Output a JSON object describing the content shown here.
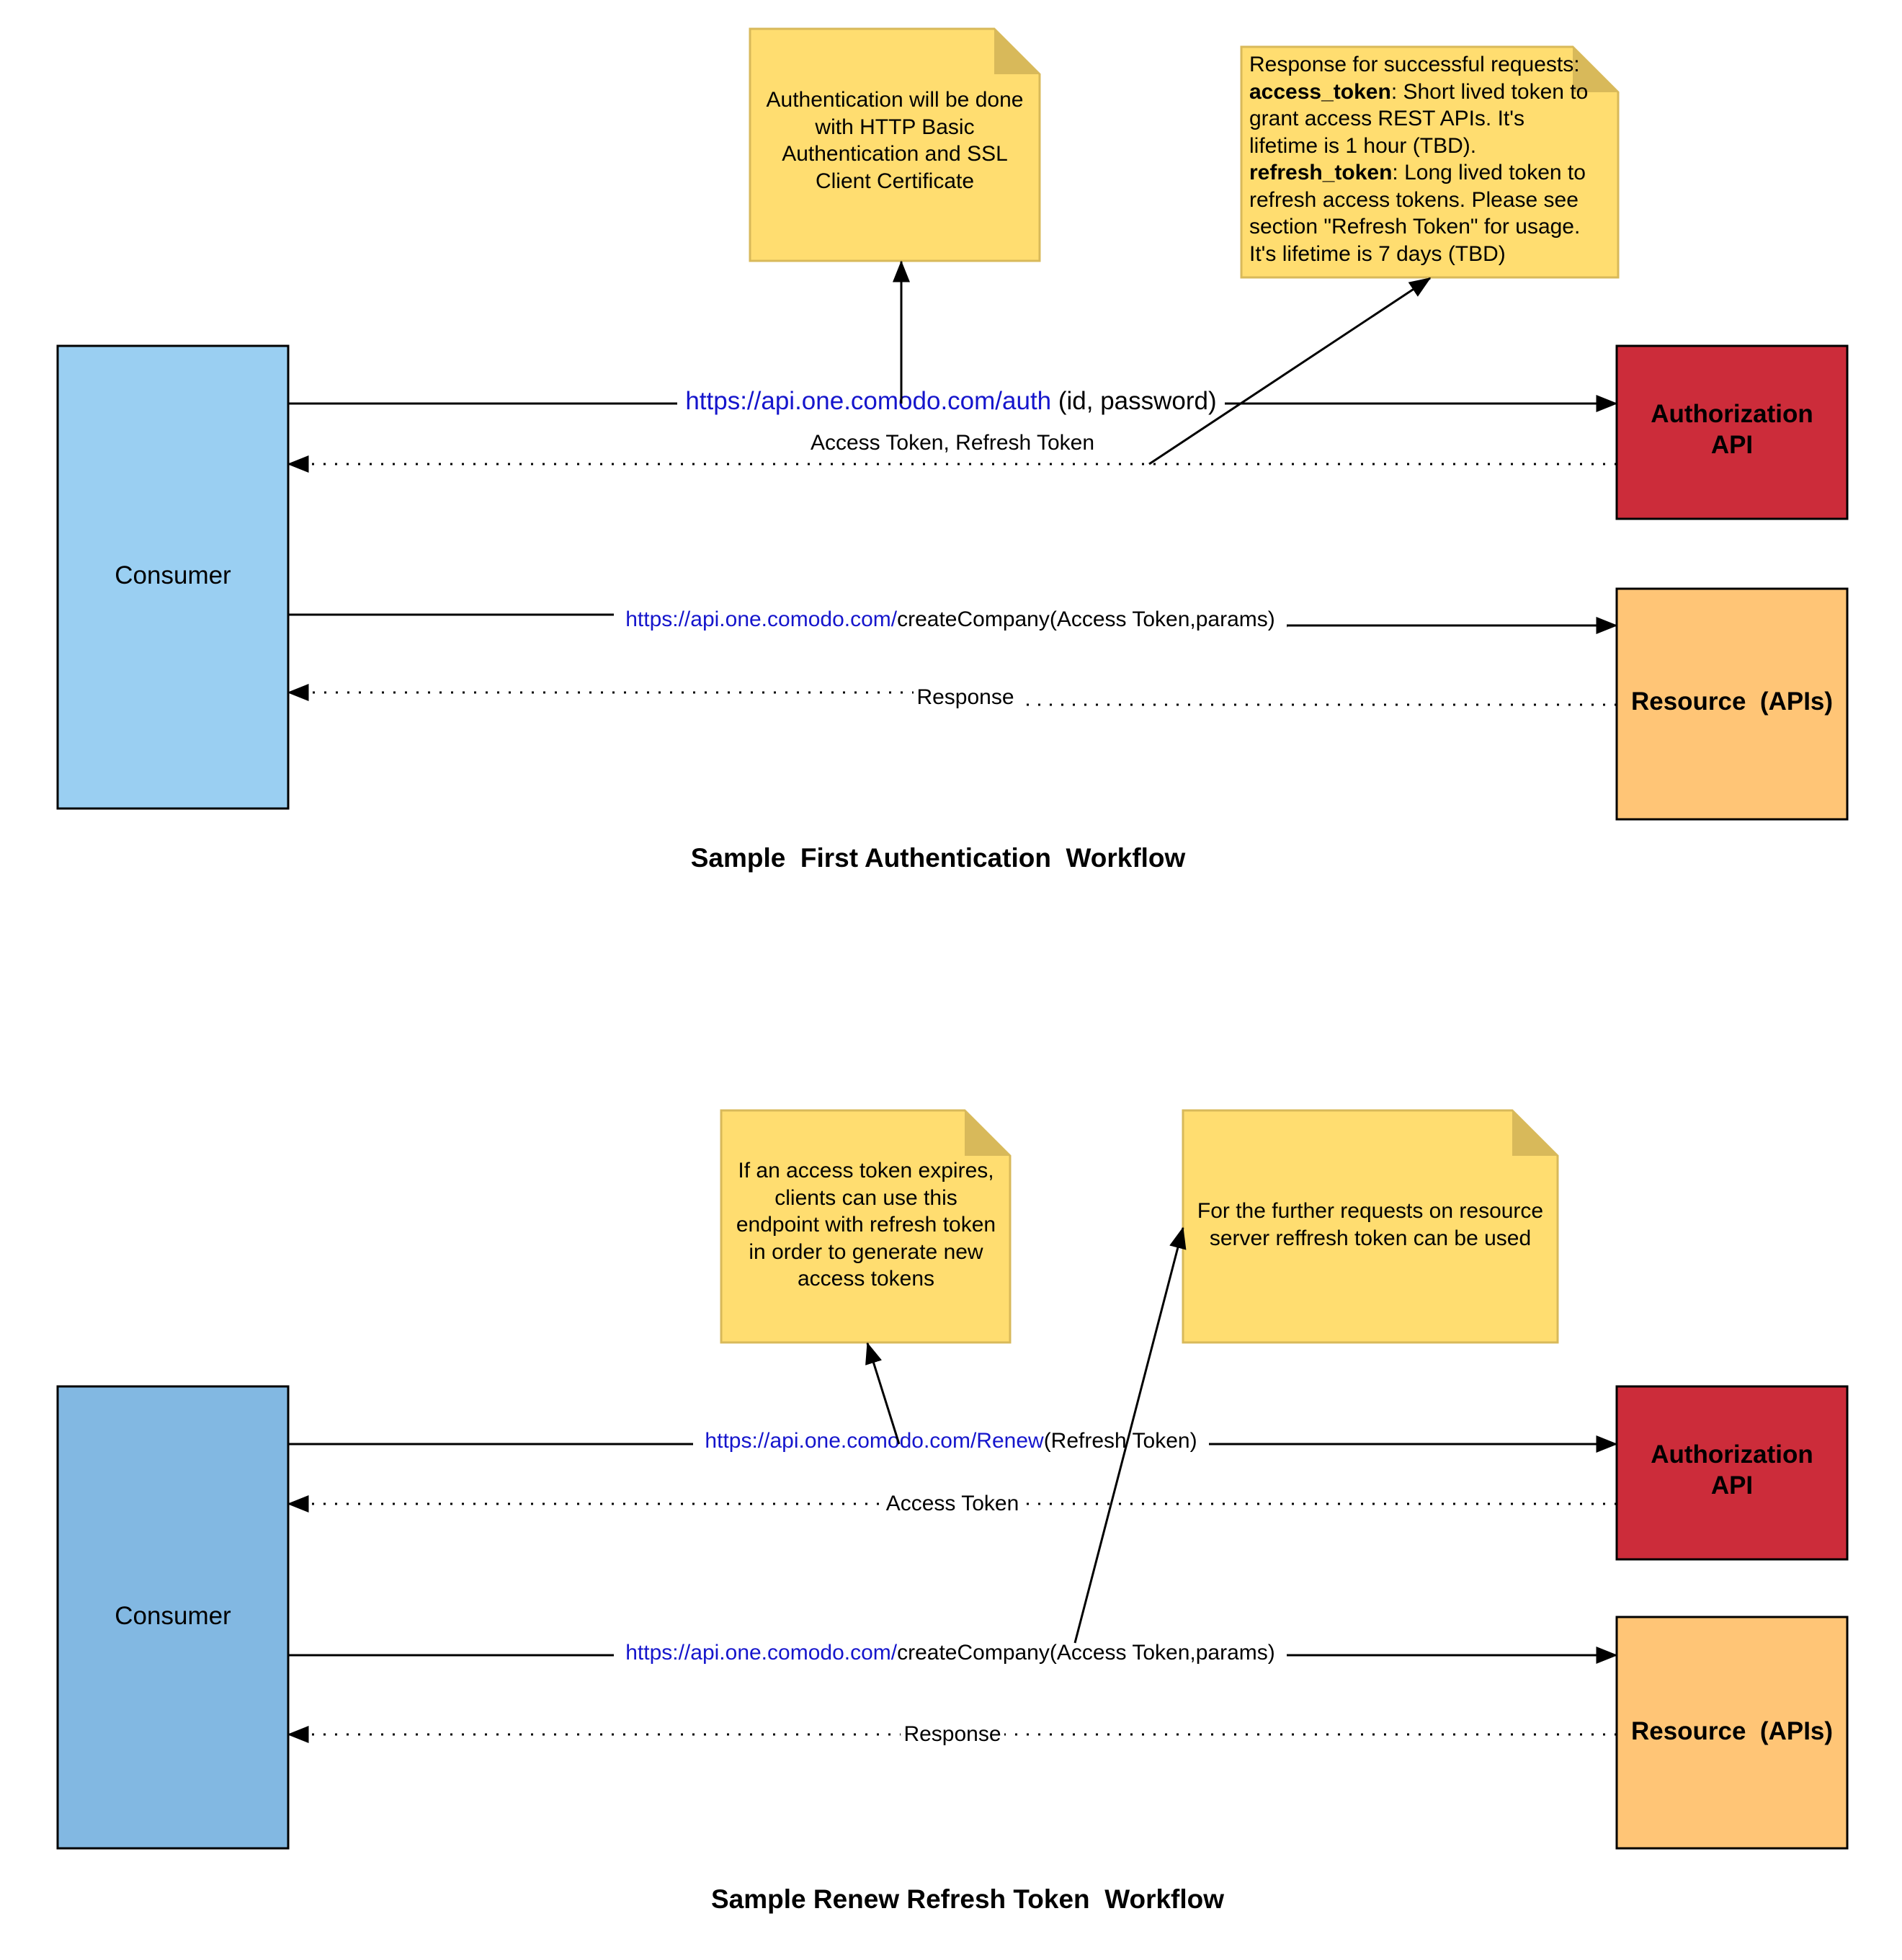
{
  "colors": {
    "consumer_top": "#9ACFF2",
    "consumer_bottom": "#82B8E2",
    "auth_api": "#CC2C3A",
    "resource": "#FFC576",
    "note": "#FFDD70",
    "note_fold": "#D8B95A",
    "link_blue": "#1515CC",
    "line": "#000000"
  },
  "workflow1": {
    "caption": "Sample  First Authentication  Workflow",
    "consumer_label": "Consumer",
    "auth_label_1": "Authorization",
    "auth_label_2": "API",
    "resource_label": "Resource  (APIs)",
    "msg_auth_link": "https://api.one.comodo.com/auth",
    "msg_auth_rest": " (id, password)",
    "msg_tokens": "Access Token, Refresh Token",
    "msg_create_link": "https://api.one.comodo.com/",
    "msg_create_rest": "createCompany(Access Token,params)",
    "msg_response": "Response",
    "note_auth_lines": [
      "Authentication will be done",
      "with HTTP Basic",
      "Authentication and SSL",
      "Client Certificate"
    ],
    "note_response": {
      "l1": "Response for successful requests:",
      "l2_bold": "access_token",
      "l2_rest": ": Short lived token to",
      "l3": "grant access REST APIs. It's",
      "l4": "lifetime is 1 hour (TBD).",
      "l5_bold": "refresh_token",
      "l5_rest": ": Long lived token to",
      "l6": "refresh access tokens. Please see",
      "l7": "section \"Refresh Token\" for usage.",
      "l8": "It's lifetime is 7 days (TBD)"
    }
  },
  "workflow2": {
    "caption": "Sample Renew Refresh Token  Workflow",
    "consumer_label": "Consumer",
    "auth_label_1": "Authorization",
    "auth_label_2": "API",
    "resource_label": "Resource  (APIs)",
    "msg_renew_link": "https://api.one.comodo.com/Renew",
    "msg_renew_rest": "(Refresh Token)",
    "msg_access": "Access Token",
    "msg_create_link": "https://api.one.comodo.com/",
    "msg_create_rest": "createCompany(Access Token,params)",
    "msg_response": "Response",
    "note_renew_lines": [
      "If an access token expires,",
      "clients can use this",
      "endpoint with refresh token",
      "in order to generate new",
      "access tokens"
    ],
    "note_further_lines": [
      "For the further requests on resource",
      "server reffresh token  can be used"
    ]
  }
}
